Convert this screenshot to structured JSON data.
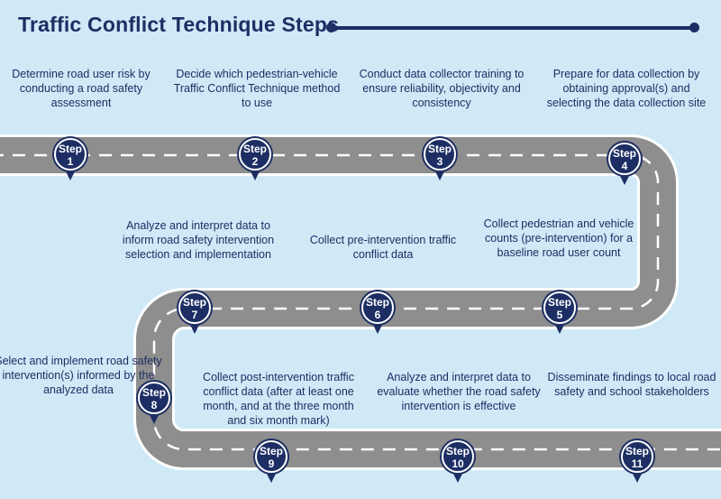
{
  "title": "Traffic Conflict Technique Steps",
  "colors": {
    "navy": "#1c2e63",
    "road": "#8e8e8e",
    "road_edge": "#ffffff",
    "background": "#cfe9f7"
  },
  "steps": [
    {
      "word": "Step",
      "num": "1",
      "text": "Determine road user risk by conducting a road safety assessment"
    },
    {
      "word": "Step",
      "num": "2",
      "text": "Decide which pedestrian-vehicle Traffic Conflict Technique method to use"
    },
    {
      "word": "Step",
      "num": "3",
      "text": "Conduct data collector training to ensure reliability, objectivity and consistency"
    },
    {
      "word": "Step",
      "num": "4",
      "text": "Prepare for data collection by obtaining approval(s) and selecting the data collection site"
    },
    {
      "word": "Step",
      "num": "5",
      "text": "Collect pedestrian and vehicle counts (pre-intervention) for a baseline road user count"
    },
    {
      "word": "Step",
      "num": "6",
      "text": "Collect pre-intervention traffic conflict data"
    },
    {
      "word": "Step",
      "num": "7",
      "text": "Analyze and interpret data to inform road safety intervention selection and implementation"
    },
    {
      "word": "Step",
      "num": "8",
      "text": "Select and implement road safety intervention(s) informed by the analyzed data"
    },
    {
      "word": "Step",
      "num": "9",
      "text": "Collect post-intervention traffic conflict data (after at least one month, and at the three month and six month mark)"
    },
    {
      "word": "Step",
      "num": "10",
      "text": "Analyze and interpret data to evaluate whether the road safety intervention is effective"
    },
    {
      "word": "Step",
      "num": "11",
      "text": "Disseminate findings to local road safety and school stakeholders"
    }
  ]
}
